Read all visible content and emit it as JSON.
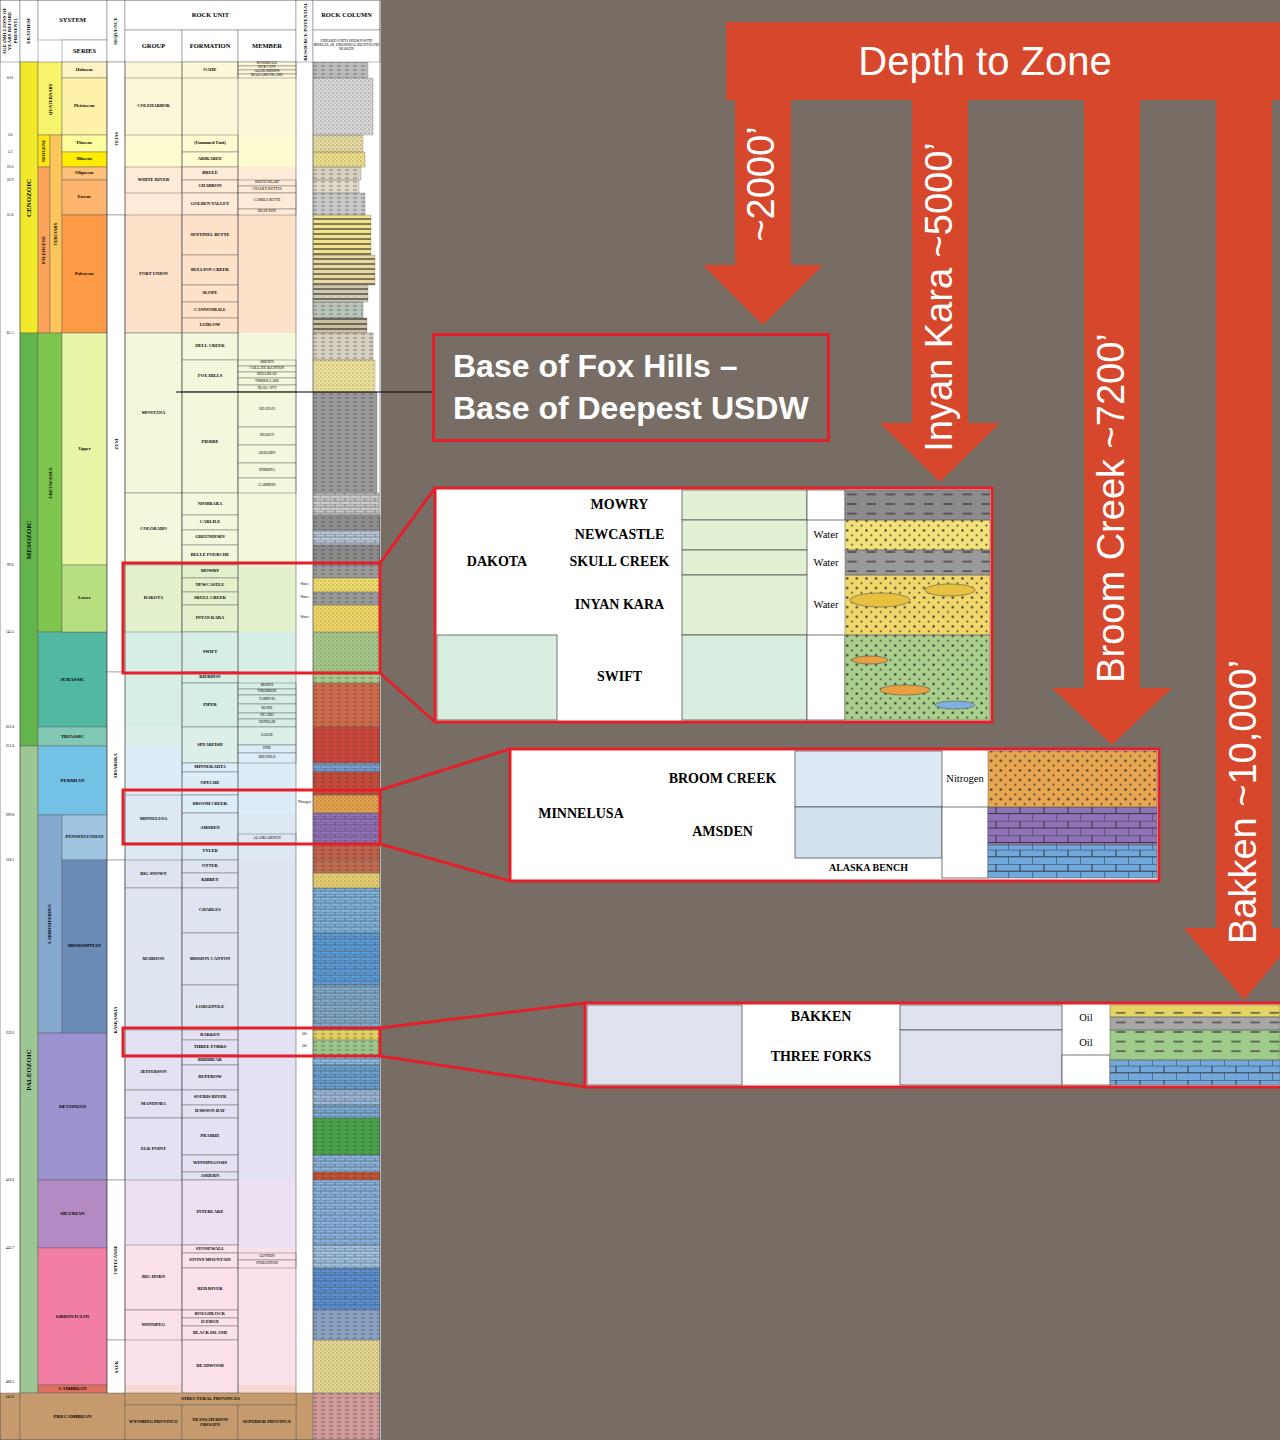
{
  "diagram": {
    "nodes": [
      {
        "text": [
          "Base of Fox Hills – Base of Deepest USDW"
        ]
      }
    ],
    "labels": [
      "AGE (MILLIONS OF YEARS BEFORE PRESENT)",
      "ERATHEM",
      "SYSTEM",
      "SERIES",
      "SEQUENCE",
      "ROCK UNIT",
      "GROUP",
      "FORMATION",
      "MEMBER",
      "RESOURCE POTENTIAL",
      "ROCK COLUMN",
      "EXPOSED UNITS SHOWN WITH IRREGULAR, EROSIONAL RIGHT-HAND MARGIN",
      "CENOZOIC",
      "MESOZOIC",
      "PALEOZOIC",
      "QUATERNARY",
      "NEOGENE",
      "PALEOGENE",
      "TERTIARY",
      "CRETACEOUS",
      "JURASSIC",
      "TRIASSIC",
      "PERMIAN",
      "CARBONIFEROUS",
      "DEVONIAN",
      "SILURIAN",
      "ORDOVICIAN",
      "CAMBRIAN",
      "PRECAMBRIAN",
      "Holocene",
      "Pleistocene",
      "Pliocene",
      "Miocene",
      "Oligocene",
      "Eocene",
      "Paleocene",
      "Upper",
      "Lower",
      "PENNSYLVANIAN",
      "MISSISSIPPIAN",
      "TEJAS",
      "ZUNI",
      "ABSAROKA",
      "KASKASKIA",
      "TIPPECANOE",
      "SAUK",
      "COLEHARBOR",
      "WHITE RIVER",
      "FORT UNION",
      "MONTANA",
      "COLORADO",
      "DAKOTA",
      "MINNELUSA",
      "BIG SNOWY",
      "MADISON",
      "JEFFERSON",
      "MANITOBA",
      "ELK POINT",
      "BIG HORN",
      "WINNIPEG",
      "OAHE",
      "(Unnamed Unit)",
      "ARIKAREE",
      "BRULE",
      "CHADRON",
      "GOLDEN VALLEY",
      "SENTINEL BUTTE",
      "BULLION CREEK",
      "SLOPE",
      "CANNONBALL",
      "LUDLOW",
      "HELL CREEK",
      "FOX HILLS",
      "PIERRE",
      "NIOBRARA",
      "CARLILE",
      "GREENHORN",
      "BELLE FOURCHE",
      "MOWRY",
      "NEWCASTLE",
      "SKULL CREEK",
      "INYAN KARA",
      "SWIFT",
      "RIERDON",
      "PIPER",
      "SPEARFISH",
      "MINNEKAHTA",
      "OPECHE",
      "BROOM CREEK",
      "AMSDEN",
      "TYLER",
      "OTTER",
      "KIBBEY",
      "CHARLES",
      "MISSION CANYON",
      "LODGEPOLE",
      "BAKKEN",
      "THREE FORKS",
      "BIRDBEAR",
      "DUPEROW",
      "SOURIS RIVER",
      "DAWSON BAY",
      "PRAIRIE",
      "WINNIPEGOSIS",
      "ASHERN",
      "INTERLAKE",
      "STONEWALL",
      "STONY MOUNTAIN",
      "RED RIVER",
      "ROUGHLOCK",
      "ICEBOX",
      "BLACK ISLAND",
      "DEADWOOD",
      "STRUCTURAL PROVINCES",
      "WYOMING PROVINCE",
      "TRANS-HUDSON OROGEN",
      "SUPERIOR PROVINCE",
      "RIVERDALE",
      "PICK CITY",
      "AGGIE BROWN",
      "MALLARD ISLAND",
      "SOUTH HEART",
      "CHALKY BUTTES",
      "CAMELS BUTTE",
      "BEAR DEN",
      "BREIEN",
      "COLGATE & LINTON",
      "BULLHEAD",
      "TIMBER LAKE",
      "TRAIL CITY",
      "ODANAH",
      "DEGREY",
      "GREGORY",
      "PEMBINA",
      "GAMMON",
      "BOWES",
      "FIREMOON",
      "TAMPICO",
      "KLINE",
      "PICARD",
      "DUNHAM",
      "SAUDE",
      "PINE",
      "BELFIELD",
      "ALASKA BENCH",
      "GUNTON",
      "STOUGHTON",
      "0.01",
      "2.6",
      "5.3",
      "23.0",
      "33.9",
      "55.8",
      "65.5",
      "99.6",
      "145.5",
      "201.6",
      "251.0",
      "299.0",
      "318.1",
      "359.2",
      "416.0",
      "443.7",
      "488.3",
      "542.0",
      "Water",
      "Water",
      "Water",
      "Nitrogen",
      "Oil",
      "Oil",
      "DAKOTA",
      "MOWRY",
      "NEWCASTLE",
      "SKULL CREEK",
      "INYAN KARA",
      "SWIFT",
      "Water",
      "Water",
      "Water",
      "MINNELUSA",
      "BROOM CREEK",
      "AMSDEN",
      "ALASKA BENCH",
      "Nitrogen",
      "BAKKEN",
      "THREE FORKS",
      "Oil",
      "Oil",
      "Depth to Zone",
      "~2000’",
      "Inyan Kara ~5000’",
      "Broom Creek ~7200’",
      "Bakken ~10,000’"
    ]
  }
}
